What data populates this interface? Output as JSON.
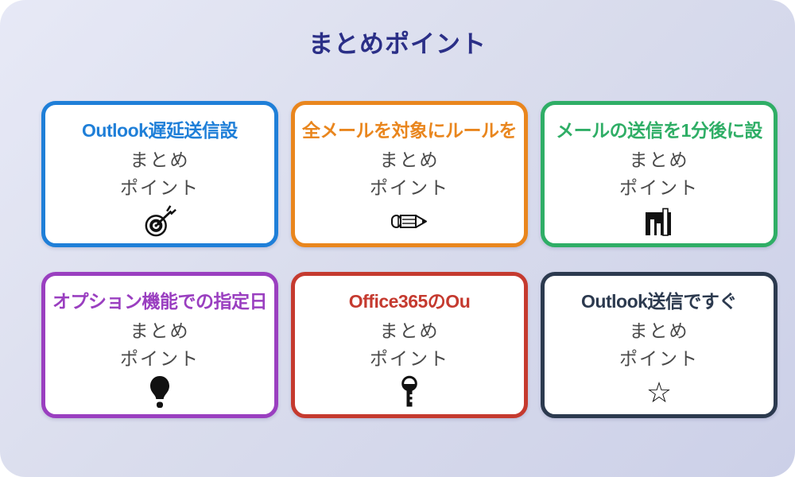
{
  "page": {
    "title": "まとめポイント",
    "title_color": "#2b2f87",
    "panel_background_start": "#e7e9f6",
    "panel_background_end": "#ccd0e8",
    "outer_background": "#ffffff"
  },
  "cards": [
    {
      "title": "Outlook遅延送信設",
      "color": "#1f7fd8",
      "line1": "まとめ",
      "line2": "ポイント",
      "icon": "dartboard-target-icon"
    },
    {
      "title": "全メールを対象にルールを",
      "color": "#e9861e",
      "line1": "まとめ",
      "line2": "ポイント",
      "icon": "pencil-icon"
    },
    {
      "title": "メールの送信を1分後に設",
      "color": "#2fae66",
      "line1": "まとめ",
      "line2": "ポイント",
      "icon": "bar-chart-icon"
    },
    {
      "title": "オプション機能での指定日",
      "color": "#9a3fc0",
      "line1": "まとめ",
      "line2": "ポイント",
      "icon": "lightbulb-icon"
    },
    {
      "title": "Office365のOu",
      "color": "#c53a2f",
      "line1": "まとめ",
      "line2": "ポイント",
      "icon": "key-icon"
    },
    {
      "title": "Outlook送信ですぐ",
      "color": "#2c3a4f",
      "line1": "まとめ",
      "line2": "ポイント",
      "icon": "star-icon",
      "star_glyph": "☆"
    }
  ]
}
